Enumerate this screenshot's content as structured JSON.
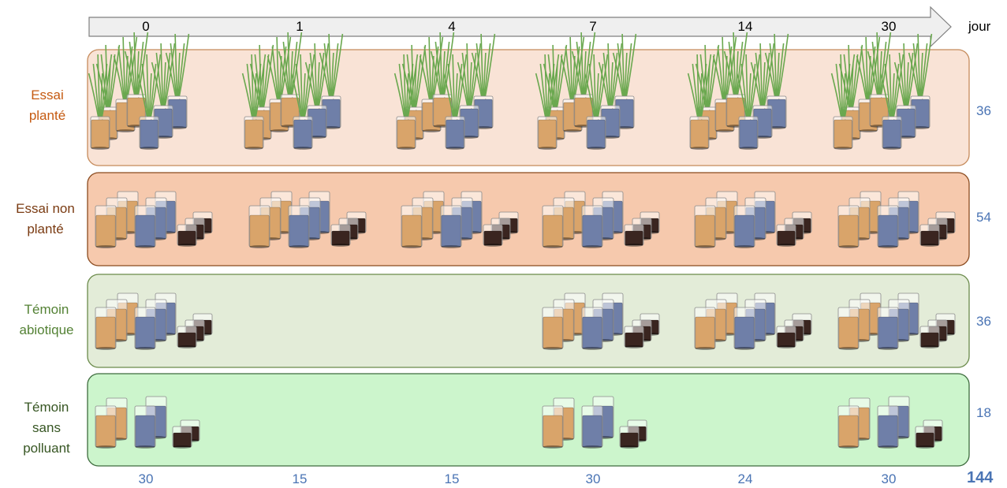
{
  "timeline": {
    "days": [
      "0",
      "1",
      "4",
      "7",
      "14",
      "30"
    ],
    "unit": "jour"
  },
  "rows": [
    {
      "label_lines": [
        "Essai",
        "planté"
      ],
      "count": "36",
      "label_color": "#c55a11",
      "fill": "#f9e3d6",
      "stroke": "#c58a5a",
      "kind": "planted",
      "present": [
        true,
        true,
        true,
        true,
        true,
        true
      ]
    },
    {
      "label_lines": [
        "Essai non",
        "planté"
      ],
      "count": "54",
      "label_color": "#7a3b12",
      "fill": "#f6c9ad",
      "stroke": "#8a4a1e",
      "kind": "unplanted",
      "present": [
        true,
        true,
        true,
        true,
        true,
        true
      ]
    },
    {
      "label_lines": [
        "Témoin",
        "abiotique"
      ],
      "count": "36",
      "label_color": "#548235",
      "fill": "#e3ecd8",
      "stroke": "#6a8a4a",
      "kind": "unplanted",
      "present": [
        true,
        false,
        false,
        true,
        true,
        true
      ]
    },
    {
      "label_lines": [
        "Témoin",
        "sans",
        "polluant"
      ],
      "count": "18",
      "label_color": "#375623",
      "fill": "#ccf5cc",
      "stroke": "#3d6b3d",
      "kind": "small",
      "present": [
        true,
        false,
        false,
        true,
        false,
        true
      ]
    }
  ],
  "column_totals": [
    "30",
    "15",
    "15",
    "30",
    "24",
    "30"
  ],
  "grand_total": "144",
  "colors": {
    "count_blue": "#4a74b4",
    "soil_tan": "#d9a46a",
    "soil_blue": "#6f7fa8",
    "soil_dark": "#3a2520",
    "leaf_green": "#6aa84f"
  }
}
